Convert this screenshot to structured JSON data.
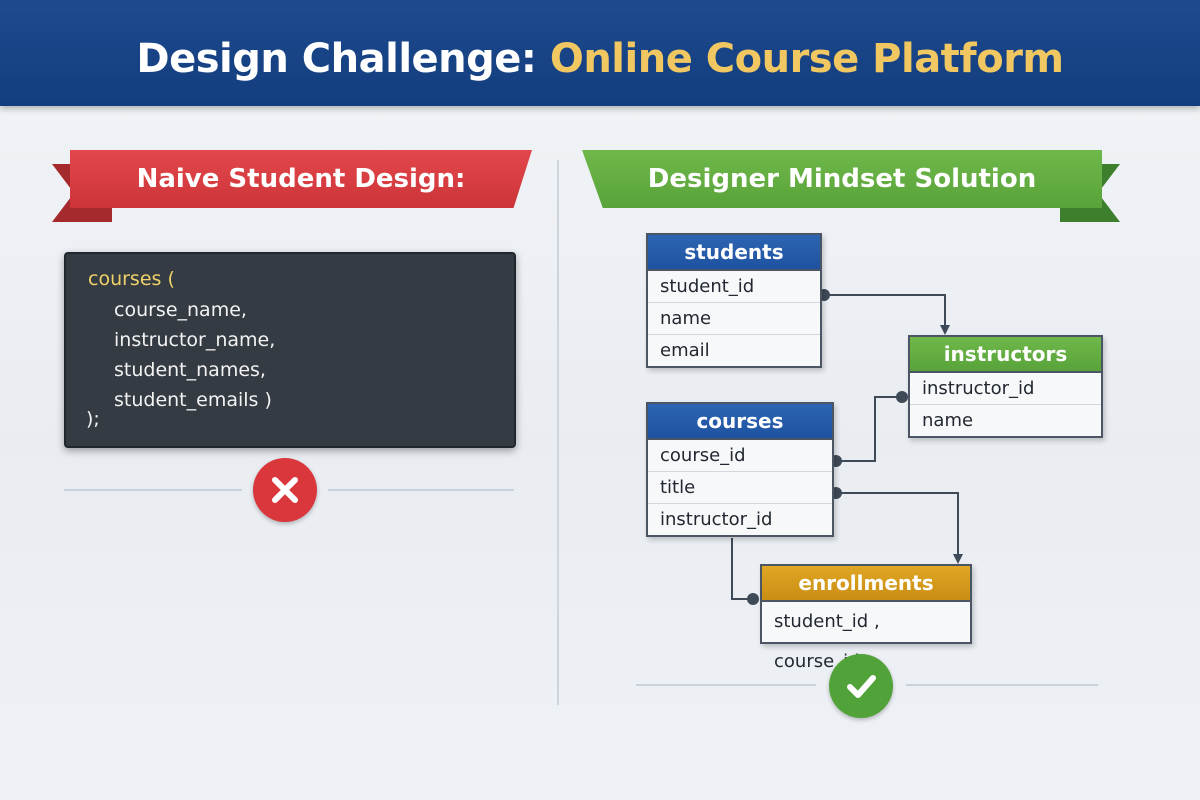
{
  "header": {
    "title_part1": "Design Challenge: ",
    "title_part2": "Online Course Platform"
  },
  "left": {
    "ribbon_label": "Naive Student Design:",
    "code_lines": [
      "courses (",
      "course_name,",
      "instructor_name,",
      "student_names,",
      "student_emails )",
      ");"
    ],
    "status_icon": "x-icon"
  },
  "right": {
    "ribbon_label": "Designer Mindset Solution",
    "tables": {
      "students": {
        "name": "students",
        "fields": [
          "student_id",
          "name",
          "email"
        ]
      },
      "instructors": {
        "name": "instructors",
        "fields": [
          "instructor_id",
          "name"
        ]
      },
      "courses": {
        "name": "courses",
        "fields": [
          "course_id",
          "title",
          "instructor_id"
        ]
      },
      "enrollments": {
        "name": "enrollments",
        "fields": [
          "student_id , course_id"
        ]
      }
    },
    "status_icon": "check-icon"
  },
  "colors": {
    "header_bg": "#1a4486",
    "title_accent": "#f0c760",
    "naive_red": "#d9373c",
    "solution_green": "#58a33a",
    "table_blue": "#2159a8",
    "table_gold": "#d89c1c"
  }
}
